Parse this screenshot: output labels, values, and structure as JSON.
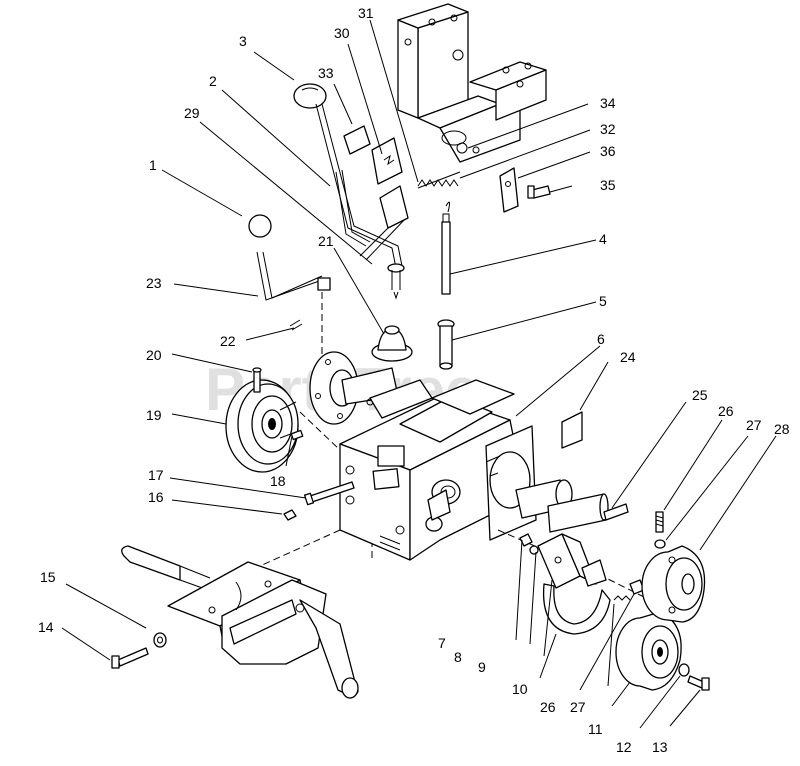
{
  "watermark": "PartsTree",
  "callouts": [
    {
      "id": "1",
      "label": "1"
    },
    {
      "id": "2",
      "label": "2"
    },
    {
      "id": "3",
      "label": "3"
    },
    {
      "id": "4",
      "label": "4"
    },
    {
      "id": "5",
      "label": "5"
    },
    {
      "id": "6",
      "label": "6"
    },
    {
      "id": "7",
      "label": "7"
    },
    {
      "id": "8",
      "label": "8"
    },
    {
      "id": "9",
      "label": "9"
    },
    {
      "id": "10",
      "label": "10"
    },
    {
      "id": "11",
      "label": "11"
    },
    {
      "id": "12",
      "label": "12"
    },
    {
      "id": "13",
      "label": "13"
    },
    {
      "id": "14",
      "label": "14"
    },
    {
      "id": "15",
      "label": "15"
    },
    {
      "id": "16",
      "label": "16"
    },
    {
      "id": "17",
      "label": "17"
    },
    {
      "id": "18",
      "label": "18"
    },
    {
      "id": "19",
      "label": "19"
    },
    {
      "id": "20",
      "label": "20"
    },
    {
      "id": "21",
      "label": "21"
    },
    {
      "id": "22",
      "label": "22"
    },
    {
      "id": "23",
      "label": "23"
    },
    {
      "id": "24",
      "label": "24"
    },
    {
      "id": "25",
      "label": "25"
    },
    {
      "id": "26a",
      "label": "26"
    },
    {
      "id": "26b",
      "label": "26"
    },
    {
      "id": "27a",
      "label": "27"
    },
    {
      "id": "27b",
      "label": "27"
    },
    {
      "id": "28",
      "label": "28"
    },
    {
      "id": "29",
      "label": "29"
    },
    {
      "id": "30",
      "label": "30"
    },
    {
      "id": "31",
      "label": "31"
    },
    {
      "id": "32",
      "label": "32"
    },
    {
      "id": "33",
      "label": "33"
    },
    {
      "id": "34",
      "label": "34"
    },
    {
      "id": "35",
      "label": "35"
    },
    {
      "id": "36",
      "label": "36"
    }
  ]
}
